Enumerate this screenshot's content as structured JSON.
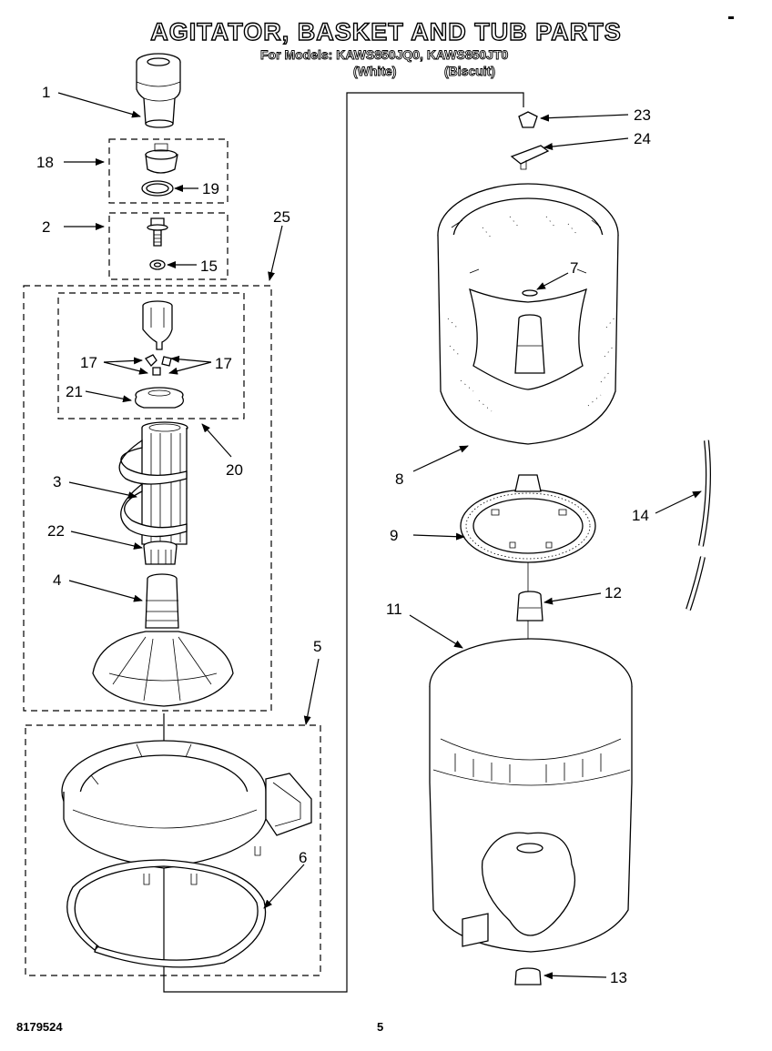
{
  "header": {
    "title": "AGITATOR, BASKET AND TUB PARTS",
    "models_line": "For Models: KAWS850JQ0, KAWS850JT0",
    "variant_white": "(White)",
    "variant_biscuit": "(Biscuit)"
  },
  "footer": {
    "doc_number": "8179524",
    "page_number": "5"
  },
  "callouts": {
    "c1": "1",
    "c2": "2",
    "c3": "3",
    "c4": "4",
    "c5": "5",
    "c6": "6",
    "c7": "7",
    "c8": "8",
    "c9": "9",
    "c11": "11",
    "c12": "12",
    "c13": "13",
    "c14": "14",
    "c15": "15",
    "c17a": "17",
    "c17b": "17",
    "c18": "18",
    "c19": "19",
    "c20": "20",
    "c21": "21",
    "c22": "22",
    "c23": "23",
    "c24": "24",
    "c25": "25"
  },
  "colors": {
    "ink": "#000000",
    "paper": "#ffffff"
  }
}
